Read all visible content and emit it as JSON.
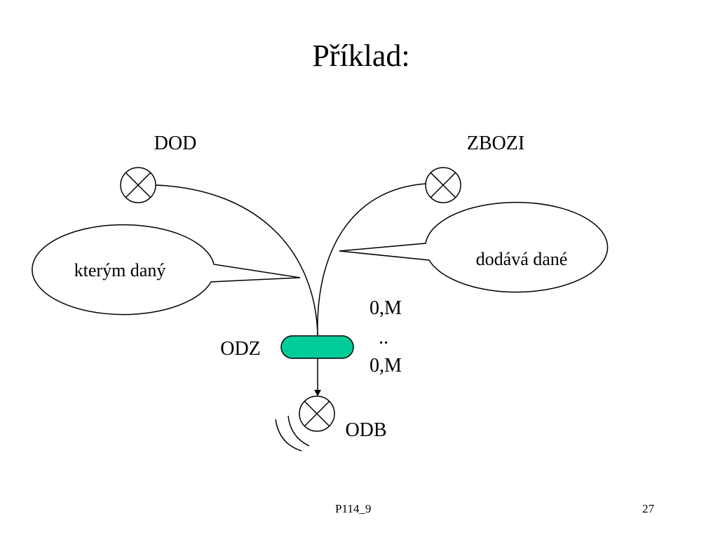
{
  "slide": {
    "title": "Příklad:",
    "footer_center": "P114_9",
    "page_number": "27"
  },
  "diagram": {
    "nodes": {
      "dod": {
        "label": "DOD"
      },
      "zbozi": {
        "label": "ZBOZI"
      },
      "odb": {
        "label": "ODB"
      },
      "odz": {
        "label": "ODZ",
        "fill_color": "#00cc99"
      }
    },
    "callouts": {
      "left": {
        "text": "kterým daný"
      },
      "right": {
        "text": "dodává dané"
      }
    },
    "cardinality": {
      "top": "0,M",
      "middle": "..",
      "bottom": "0,M"
    }
  }
}
